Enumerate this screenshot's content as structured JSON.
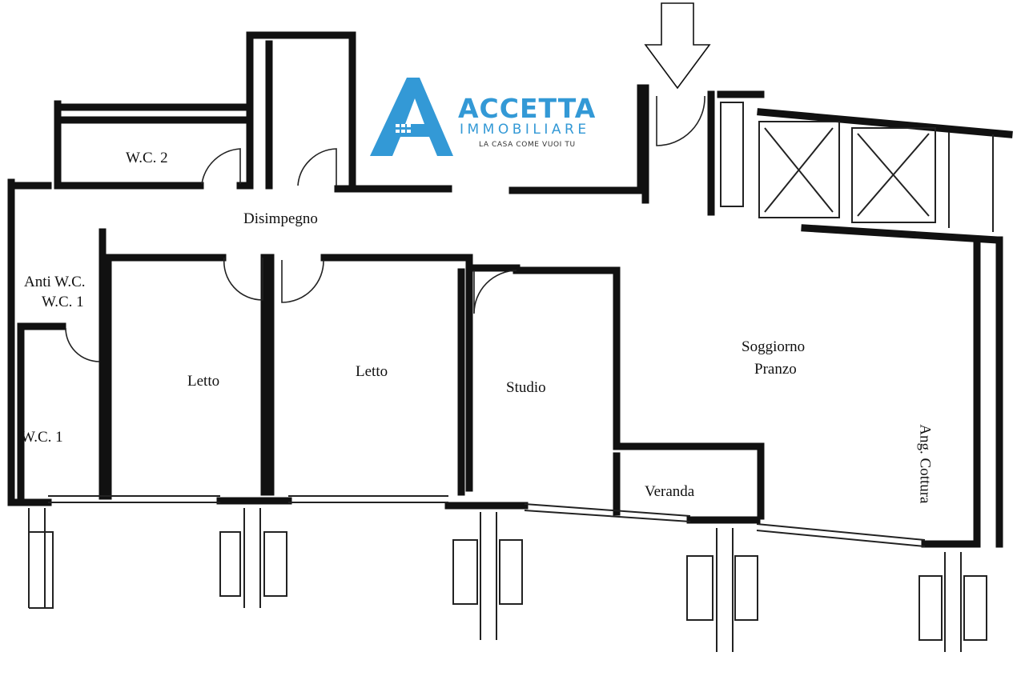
{
  "logo": {
    "name": "ACCETTA",
    "subtitle": "IMMOBILIARE",
    "tagline": "LA CASA COME VUOI TU",
    "color": "#3399d6"
  },
  "rooms": {
    "wc2": "W.C. 2",
    "disimpegno": "Disimpegno",
    "anti_wc": "Anti W.C.",
    "anti_wc_sub": "W.C. 1",
    "wc1": "W.C. 1",
    "letto_1": "Letto",
    "letto_2": "Letto",
    "studio": "Studio",
    "soggiorno": "Soggiorno",
    "pranzo": "Pranzo",
    "veranda": "Veranda",
    "ang_cottura": "Ang. Cottura"
  },
  "entrance_marker": "arrow-down-icon"
}
